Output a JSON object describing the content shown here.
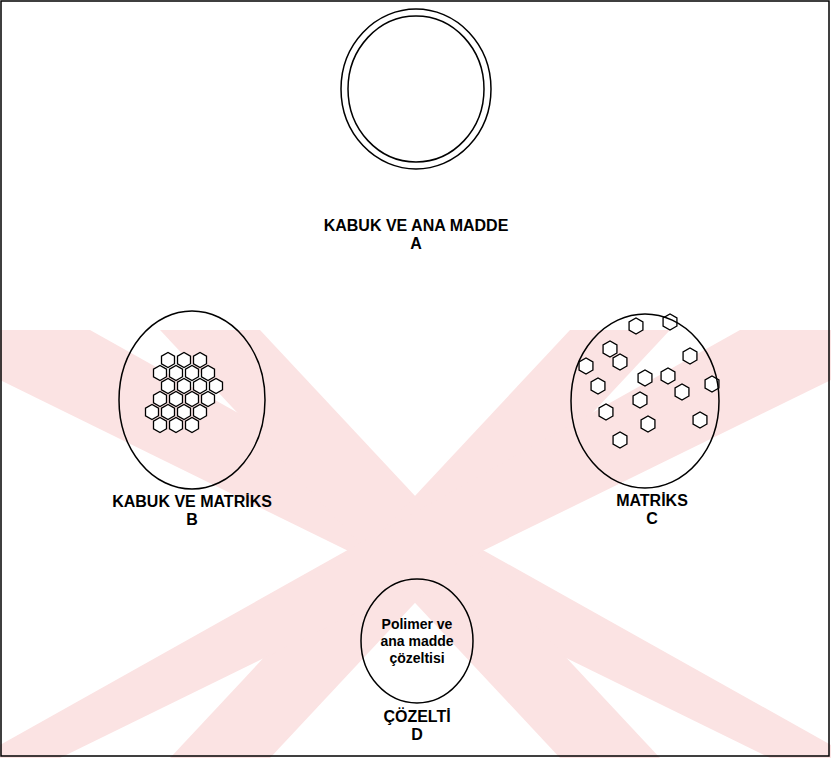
{
  "diagram": {
    "nodes": [
      {
        "text": [
          "KABUK VE ANA MADDE",
          "A"
        ]
      },
      {
        "text": [
          "KABUK VE MATRİKS",
          "B"
        ]
      },
      {
        "text": [
          "MATRİKS",
          "C"
        ]
      },
      {
        "text": [
          "Polimer ve ana madde çözeltisi",
          "ÇÖZELTİ",
          "D"
        ]
      }
    ]
  }
}
